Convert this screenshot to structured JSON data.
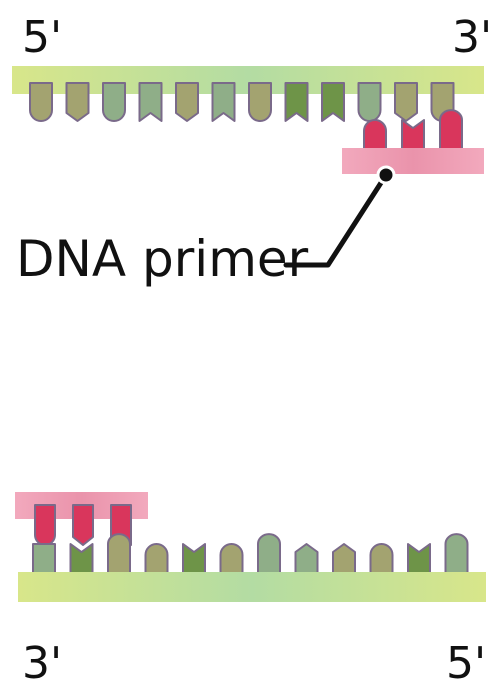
{
  "labels": {
    "top_left_end": "5'",
    "top_right_end": "3'",
    "bottom_left_end": "3'",
    "bottom_right_end": "5'",
    "primer": "DNA primer"
  },
  "colors": {
    "backbone_mid": "#b5dca0",
    "backbone_edge": "#d6e68a",
    "primer_backbone": "#ee9fb3",
    "primer_base": "#d9365c",
    "base_olive": "#a3a370",
    "base_sage": "#8fae88",
    "base_green": "#6e9448",
    "base_outline": "#7a6a8a",
    "leader_line": "#111111"
  },
  "top_strand": {
    "bases": [
      {
        "color": "olive",
        "shape": "round"
      },
      {
        "color": "olive",
        "shape": "point"
      },
      {
        "color": "sage",
        "shape": "round"
      },
      {
        "color": "sage",
        "shape": "notch"
      },
      {
        "color": "olive",
        "shape": "point"
      },
      {
        "color": "sage",
        "shape": "notch"
      },
      {
        "color": "olive",
        "shape": "round"
      },
      {
        "color": "green",
        "shape": "notch"
      },
      {
        "color": "green",
        "shape": "notch"
      },
      {
        "color": "sage",
        "shape": "round"
      },
      {
        "color": "olive",
        "shape": "point"
      },
      {
        "color": "olive",
        "shape": "round"
      }
    ],
    "primer_bases": [
      "arch",
      "vnotch",
      "round_notch"
    ]
  },
  "bottom_strand": {
    "bases": [
      {
        "color": "sage",
        "shape": "flat"
      },
      {
        "color": "green",
        "shape": "vnotch"
      },
      {
        "color": "olive",
        "shape": "round_notch"
      },
      {
        "color": "olive",
        "shape": "arch"
      },
      {
        "color": "green",
        "shape": "vnotch"
      },
      {
        "color": "olive",
        "shape": "arch"
      },
      {
        "color": "sage",
        "shape": "round_notch"
      },
      {
        "color": "sage",
        "shape": "peak"
      },
      {
        "color": "olive",
        "shape": "peak"
      },
      {
        "color": "olive",
        "shape": "arch"
      },
      {
        "color": "green",
        "shape": "vnotch"
      },
      {
        "color": "sage",
        "shape": "round_notch"
      }
    ],
    "primer_bases": [
      "round",
      "point",
      "notch"
    ]
  }
}
